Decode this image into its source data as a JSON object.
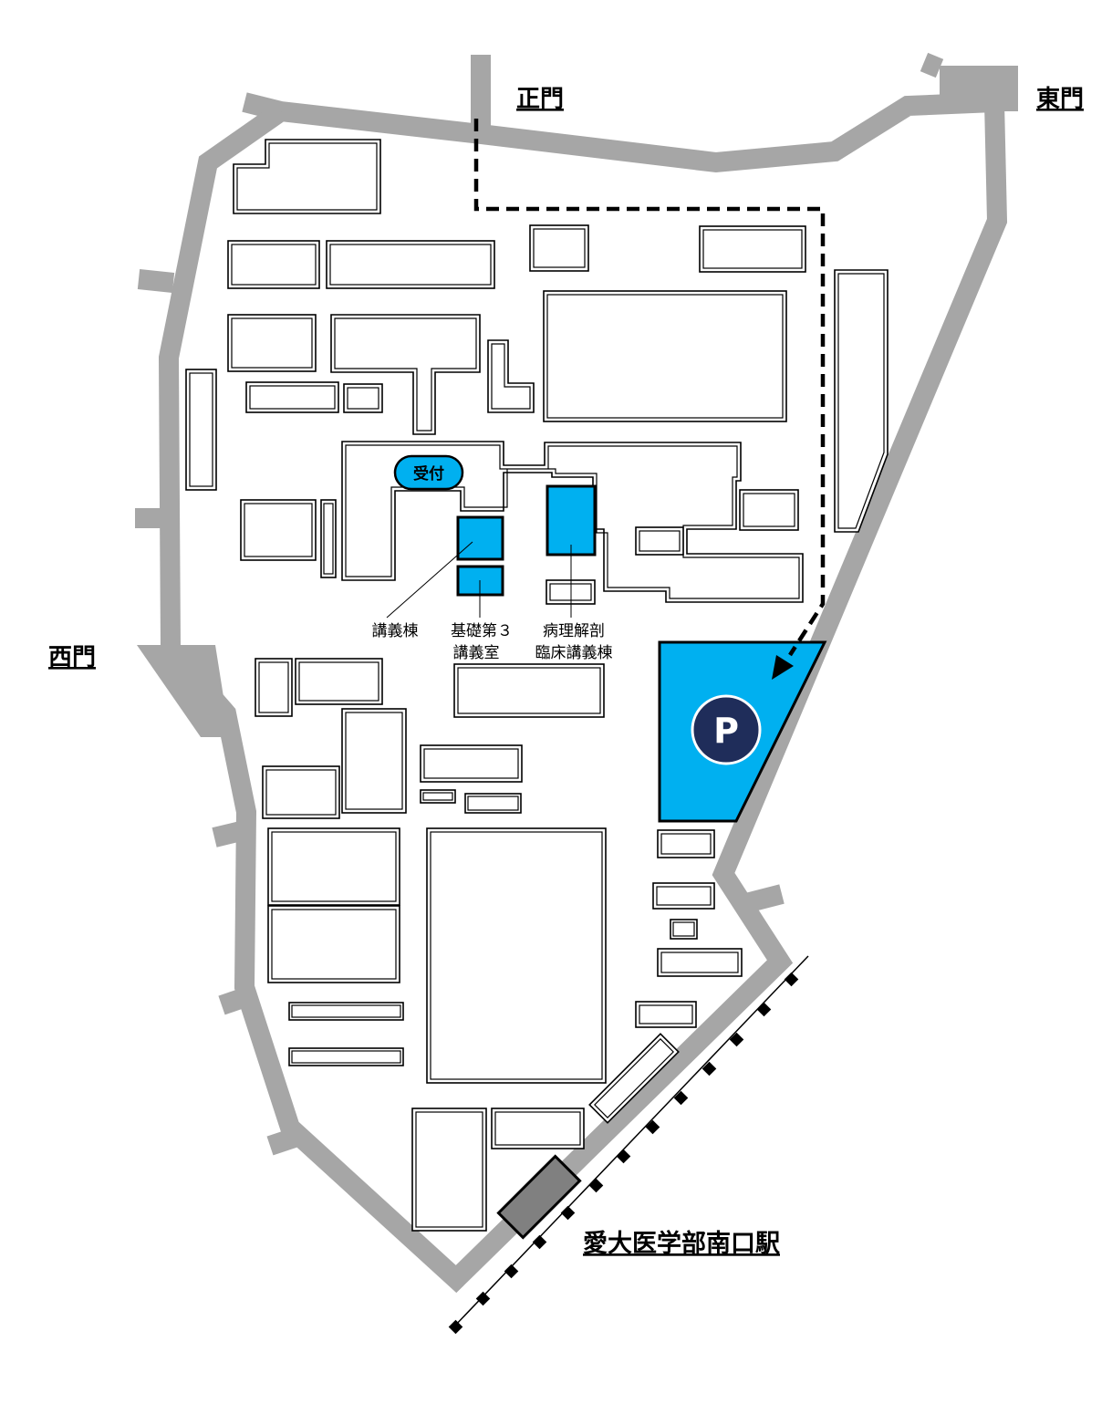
{
  "gates": {
    "main": "正門",
    "east": "東門",
    "west": "西門"
  },
  "station": "愛大医学部南口駅",
  "reception": "受付",
  "parking": "P",
  "buildings": {
    "lecture": "講義棟",
    "basic3_line1": "基礎第３",
    "basic3_line2": "講義室",
    "patho_line1": "病理解剖",
    "patho_line2": "臨床講義棟"
  },
  "colors": {
    "road": "#a6a6a6",
    "highlight": "#00b0f0",
    "parking_circle": "#1f2d5a",
    "station": "#808080"
  }
}
